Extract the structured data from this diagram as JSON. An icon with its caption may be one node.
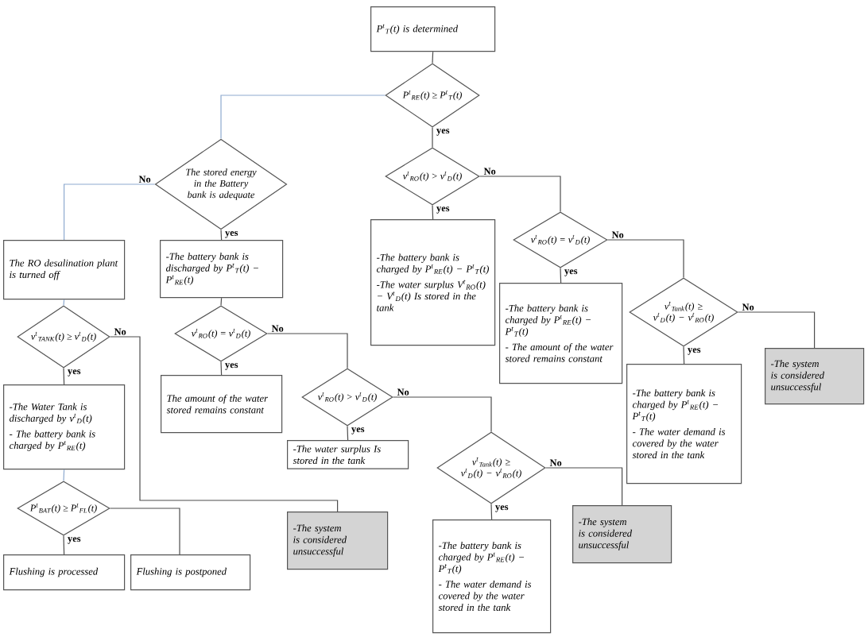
{
  "diagram": {
    "nodes": [
      {
        "text": [
          "P$^{t}$$_{T}$(t) is determined"
        ]
      },
      {
        "text": [
          "P$^{t}$$_{RE}$(t) ≥ P$^{t}$$_{T}$(t)"
        ]
      },
      {
        "text": [
          "The stored energy in the Battery bank is adequate"
        ]
      },
      {
        "text": [
          "v$^{t}$$_{RO}$(t) > v$^{t}$$_{D}$(t)"
        ]
      },
      {
        "text": [
          "v$^{t}$$_{RO}$(t) = v$^{t}$$_{D}$(t)"
        ]
      },
      {
        "text": [
          "-The battery bank is charged by P$^{t}$$_{RE}$(t) − P$^{t}$$_{T}$(t)",
          "-The water surplus V$^{t}$$_{RO}$(t) − V$^{t}$$_{D}$(t) Is stored in the tank"
        ]
      },
      {
        "text": [
          "The RO desalination plant is turned off"
        ]
      },
      {
        "text": [
          "-The battery bank is discharged by P$^{t}$$_{T}$(t) − P$^{t}$$_{RE}$(t)"
        ]
      },
      {
        "text": [
          "v$^{t}$$_{Tank}$(t) ≥ v$^{t}$$_{D}$(t) − v$^{t}$$_{RO}$(t)"
        ]
      },
      {
        "text": [
          "-The battery bank is charged by P$^{t}$$_{RE}$(t) − P$^{t}$$_{T}$(t)",
          "- The amount of the water stored remains constant"
        ]
      },
      {
        "text": [
          "v$^{t}$$_{TANK}$(t) ≥ v$^{t}$$_{D}$(t)"
        ]
      },
      {
        "text": [
          "v$^{t}$$_{RO}$(t) = v$^{t}$$_{D}$(t)"
        ]
      },
      {
        "text": [
          "-The system is considered unsuccessful"
        ]
      },
      {
        "text": [
          "-The battery bank is charged by P$^{t}$$_{RE}$(t) − P$^{t}$$_{T}$(t)",
          "- The water demand is covered by the water stored in the tank"
        ]
      },
      {
        "text": [
          "v$^{t}$$_{RO}$(t) > v$^{t}$$_{D}$(t)"
        ]
      },
      {
        "text": [
          "The amount of the water stored remains constant"
        ]
      },
      {
        "text": [
          "-The Water Tank is discharged by v$^{t}$$_{D}$(t)",
          "- The battery bank is charged by P$^{t}$$_{RE}$(t)"
        ]
      },
      {
        "text": [
          "v$^{t}$$_{Tank}$(t) ≥ v$^{t}$$_{D}$(t) − v$^{t}$$_{RO}$(t)"
        ]
      },
      {
        "text": [
          "-The water surplus Is stored in the tank"
        ]
      },
      {
        "text": [
          "P$^{t}$$_{BAT}$(t) ≥ P$^{t}$$_{FL}$(t)"
        ]
      },
      {
        "text": [
          "-The system is considered unsuccessful"
        ]
      },
      {
        "text": [
          "-The system is considered unsuccessful"
        ]
      },
      {
        "text": [
          "-The battery bank is charged by P$^{t}$$_{RE}$(t) − P$^{t}$$_{T}$(t)",
          "- The water demand is covered by the water stored in the tank"
        ]
      },
      {
        "text": [
          "Flushing is processed"
        ]
      },
      {
        "text": [
          "Flushing is postponed"
        ]
      }
    ],
    "edges": [
      {
        "from": 0,
        "to": 1,
        "arrow": "none"
      },
      {
        "from": 1,
        "to": 2,
        "arrow": "none",
        "color": "#8eaacf"
      },
      {
        "from": 1,
        "to": 3,
        "arrow": "none",
        "label": "yes"
      },
      {
        "from": 2,
        "to": 6,
        "arrow": "none",
        "label": "No",
        "color": "#8eaacf"
      },
      {
        "from": 2,
        "to": 7,
        "arrow": "none",
        "label": "yes"
      },
      {
        "from": 3,
        "to": 4,
        "arrow": "none",
        "label": "No"
      },
      {
        "from": 3,
        "to": 5,
        "arrow": "none",
        "label": "yes"
      },
      {
        "from": 4,
        "to": 9,
        "arrow": "none",
        "label": "yes"
      },
      {
        "from": 4,
        "to": 8,
        "arrow": "none",
        "label": "No"
      },
      {
        "from": 6,
        "to": 10,
        "arrow": "none",
        "color": "#8eaacf"
      },
      {
        "from": 7,
        "to": 11,
        "arrow": "none"
      },
      {
        "from": 8,
        "to": 13,
        "arrow": "none",
        "label": "yes"
      },
      {
        "from": 8,
        "to": 12,
        "arrow": "none",
        "label": "No"
      },
      {
        "from": 10,
        "to": 16,
        "arrow": "none",
        "label": "yes"
      },
      {
        "from": 10,
        "to": 21,
        "arrow": "none",
        "label": "No"
      },
      {
        "from": 11,
        "to": 15,
        "arrow": "none",
        "label": "yes"
      },
      {
        "from": 11,
        "to": 14,
        "arrow": "none",
        "label": "No"
      },
      {
        "from": 14,
        "to": 18,
        "arrow": "none",
        "label": "yes"
      },
      {
        "from": 14,
        "to": 17,
        "arrow": "none",
        "label": "No"
      },
      {
        "from": 16,
        "to": 19,
        "arrow": "none",
        "color": "#8eaacf"
      },
      {
        "from": 17,
        "to": 22,
        "arrow": "none",
        "label": "yes"
      },
      {
        "from": 17,
        "to": 20,
        "arrow": "none",
        "label": "No"
      },
      {
        "from": 19,
        "to": 23,
        "arrow": "none",
        "label": "yes"
      },
      {
        "from": 19,
        "to": 24,
        "arrow": "none"
      }
    ]
  }
}
